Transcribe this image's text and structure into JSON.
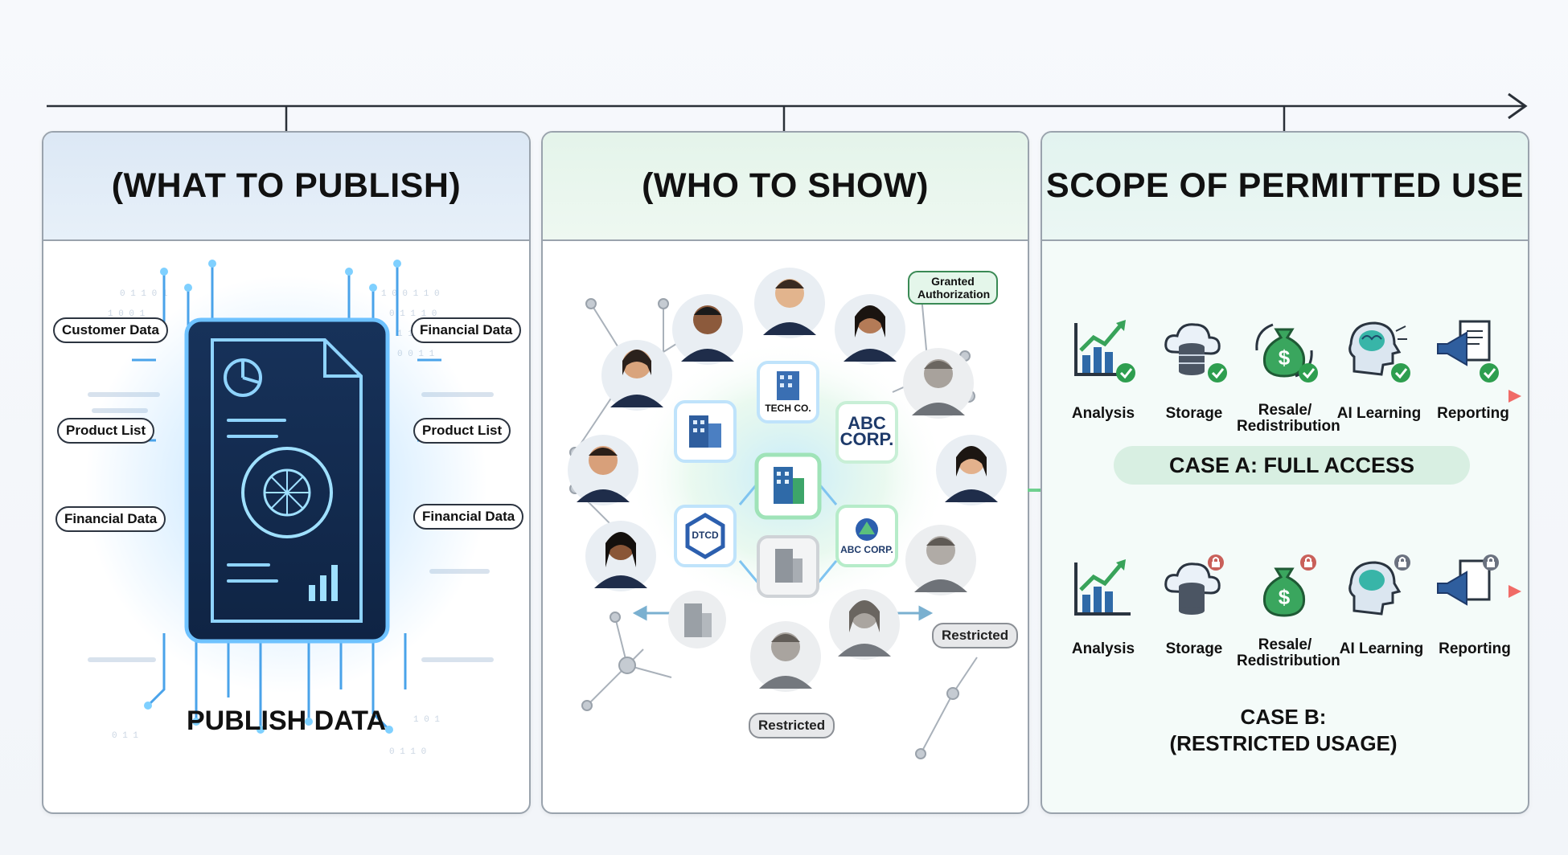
{
  "panels": {
    "publish": {
      "title": "(WHAT TO PUBLISH)",
      "caption": "PUBLISH DATA",
      "labels": [
        "Customer Data",
        "Financial Data",
        "Product List",
        "Product List",
        "Financial Data",
        "Financial Data"
      ]
    },
    "audience": {
      "title": "(WHO TO SHOW)",
      "granted": "Granted Authorization",
      "restricted_right": "Restricted",
      "restricted_bottom": "Restricted",
      "companies": [
        "TECH CO.",
        "ABC CORP.",
        "ABC CORP.",
        "DTCD"
      ]
    },
    "scope": {
      "title": "SCOPE OF PERMITTED USE",
      "case_a": {
        "title": "CASE A: FULL ACCESS",
        "uses": [
          {
            "label": "Analysis",
            "icon": "chart-growth-icon",
            "status": "allowed"
          },
          {
            "label": "Storage",
            "icon": "cloud-database-icon",
            "status": "allowed"
          },
          {
            "label": "Resale/\nRedistribution",
            "icon": "money-bag-icon",
            "status": "allowed"
          },
          {
            "label": "AI Learning",
            "icon": "ai-brain-icon",
            "status": "allowed"
          },
          {
            "label": "Reporting",
            "icon": "megaphone-report-icon",
            "status": "allowed"
          }
        ]
      },
      "case_b": {
        "title_line1": "CASE B:",
        "title_line2": "(RESTRICTED USAGE)",
        "uses": [
          {
            "label": "Analysis",
            "icon": "chart-growth-icon",
            "status": "allowed"
          },
          {
            "label": "Storage",
            "icon": "cloud-database-icon",
            "status": "locked"
          },
          {
            "label": "Resale/\nRedistribution",
            "icon": "money-bag-icon",
            "status": "locked"
          },
          {
            "label": "AI Learning",
            "icon": "ai-brain-icon",
            "status": "locked"
          },
          {
            "label": "Reporting",
            "icon": "megaphone-report-icon",
            "status": "locked"
          }
        ]
      }
    }
  },
  "colors": {
    "allowed": "#2e9e4f",
    "locked": "#c9605a",
    "accent_blue": "#3a8fd6",
    "accent_green": "#4cc275"
  }
}
